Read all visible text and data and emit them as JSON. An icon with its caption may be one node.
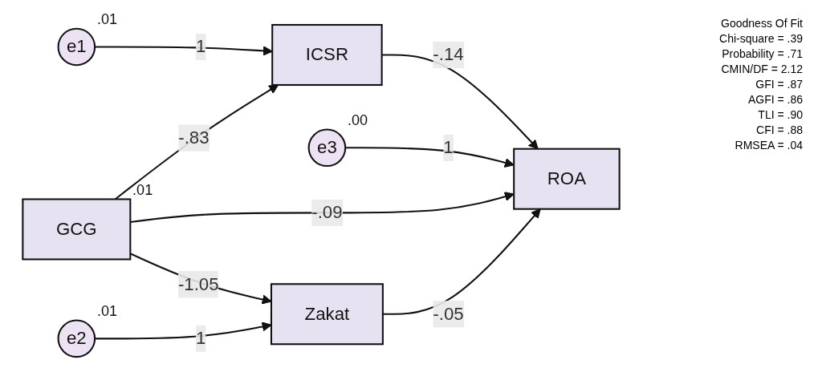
{
  "diagram": {
    "nodes": [
      {
        "text": [
          "e1"
        ],
        "beside": [
          ".01"
        ]
      },
      {
        "text": [
          "ICSR"
        ]
      },
      {
        "text": [
          "e3"
        ],
        "beside": [
          ".00"
        ]
      },
      {
        "text": [
          "GCG"
        ],
        "beside": [
          ".01"
        ]
      },
      {
        "text": [
          "ROA"
        ]
      },
      {
        "text": [
          "Zakat"
        ]
      },
      {
        "text": [
          "e2"
        ],
        "beside": [
          ".01"
        ]
      }
    ],
    "edges": [
      {
        "from": 0,
        "to": 1,
        "arrow": "to",
        "label": "1"
      },
      {
        "from": 3,
        "to": 1,
        "arrow": "to",
        "label": "-.83"
      },
      {
        "from": 1,
        "to": 4,
        "arrow": "to",
        "label": "-.14"
      },
      {
        "from": 2,
        "to": 4,
        "arrow": "to",
        "label": "1"
      },
      {
        "from": 3,
        "to": 4,
        "arrow": "to",
        "label": "-.09"
      },
      {
        "from": 3,
        "to": 5,
        "arrow": "to",
        "label": "-1.05"
      },
      {
        "from": 5,
        "to": 4,
        "arrow": "to",
        "label": "-.05"
      },
      {
        "from": 6,
        "to": 5,
        "arrow": "to",
        "label": "1"
      }
    ],
    "labels": [
      "Goodness Of Fit",
      "Chi-square = .39",
      "Probability = .71",
      "CMIN/DF = 2.12",
      "GFI = .87",
      "AGFI = .86",
      "TLI = .90",
      "CFI = .88",
      "RMSEA = .04"
    ]
  }
}
